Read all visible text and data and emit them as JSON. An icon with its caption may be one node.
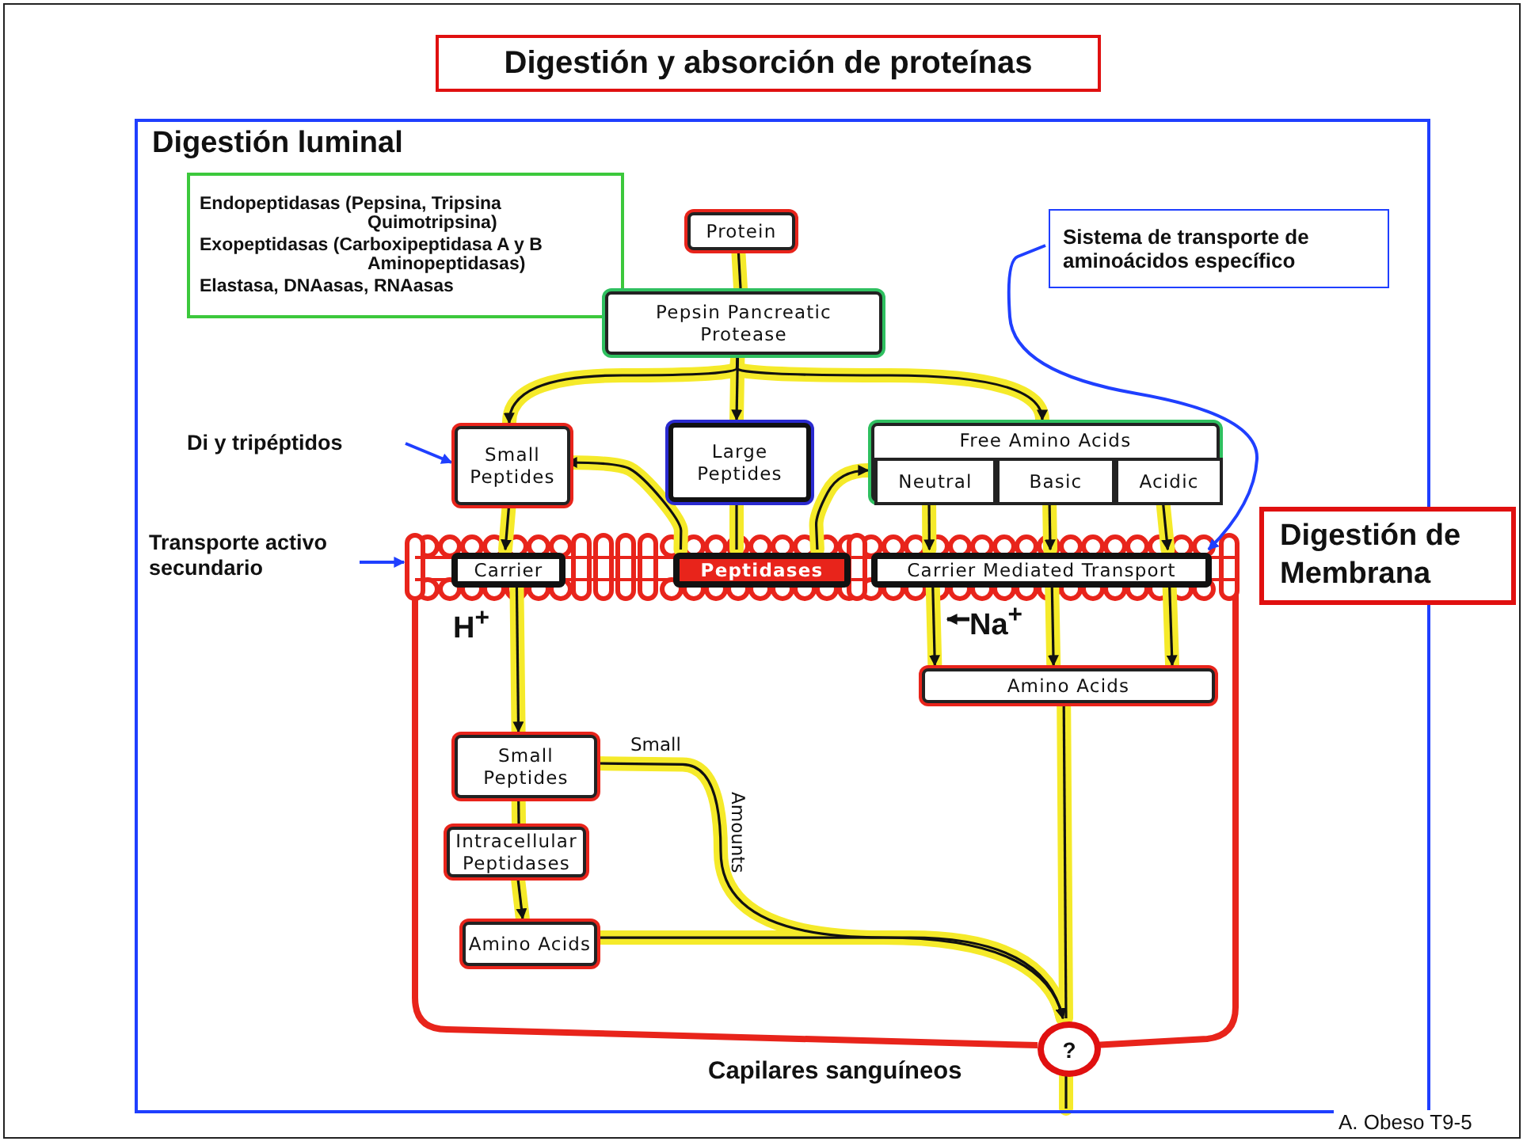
{
  "diagram": {
    "nodes": [
      {
        "text": [
          "Digestión y absorción de proteínas"
        ]
      },
      {
        "text": [
          "Digestión luminal"
        ]
      },
      {
        "text": [
          "Endopeptidasas (Pepsina, Tripsina Quimotripsina)",
          "Exopeptidasas (Carboxipeptidasa A y B Aminopeptidasas)",
          "Elastasa, DNAasas, RNAasas"
        ],
        "in": 1
      },
      {
        "text": [
          "Protein"
        ],
        "in": 1
      },
      {
        "text": [
          "Pepsin Pancreatic Protease"
        ],
        "in": 1
      },
      {
        "text": [
          "Small Peptides"
        ],
        "in": 1
      },
      {
        "text": [
          "Large Peptides"
        ],
        "in": 1
      },
      {
        "text": [
          "Free Amino Acids"
        ],
        "in": 1
      },
      {
        "text": [
          "Neutral"
        ],
        "in": 7
      },
      {
        "text": [
          "Basic"
        ],
        "in": 7
      },
      {
        "text": [
          "Acidic"
        ],
        "in": 7
      },
      {
        "text": [
          "Sistema de transporte de aminoácidos específico"
        ],
        "in": 1
      },
      {
        "text": [
          "Digestión de Membrana"
        ]
      },
      {
        "text": [
          "Carrier"
        ],
        "in": 1
      },
      {
        "text": [
          "Peptidases"
        ],
        "in": 1
      },
      {
        "text": [
          "Carrier Mediated Transport"
        ],
        "in": 1
      },
      {
        "text": [
          "Amino Acids"
        ],
        "in": 1
      },
      {
        "text": [
          "Small Peptides"
        ],
        "in": 1
      },
      {
        "text": [
          "Intracellular Peptidases"
        ],
        "in": 1
      },
      {
        "text": [
          "Amino Acids"
        ],
        "in": 1
      },
      {
        "text": [
          "?"
        ],
        "in": 1
      },
      {
        "text": [
          "Di y tripéptidos"
        ],
        "in": 1
      },
      {
        "text": [
          "Transporte activo secundario"
        ],
        "in": 1
      }
    ],
    "edges": [
      {
        "from": 3,
        "to": 4,
        "arrow": "none"
      },
      {
        "from": 4,
        "to": 5,
        "arrow": "to"
      },
      {
        "from": 4,
        "to": 6,
        "arrow": "to"
      },
      {
        "from": 4,
        "to": 7,
        "arrow": "to"
      },
      {
        "from": 14,
        "to": 5,
        "arrow": "to"
      },
      {
        "from": 14,
        "to": 7,
        "arrow": "to"
      },
      {
        "from": 6,
        "to": 14,
        "arrow": "none"
      },
      {
        "from": 5,
        "to": 13,
        "arrow": "to"
      },
      {
        "from": 8,
        "to": 15,
        "arrow": "to"
      },
      {
        "from": 9,
        "to": 15,
        "arrow": "to"
      },
      {
        "from": 10,
        "to": 15,
        "arrow": "to"
      },
      {
        "from": 15,
        "to": 16,
        "arrow": "to"
      },
      {
        "from": 15,
        "to": 16,
        "arrow": "to"
      },
      {
        "from": 15,
        "to": 16,
        "arrow": "to"
      },
      {
        "from": 13,
        "to": 17,
        "arrow": "to"
      },
      {
        "from": 17,
        "to": 18,
        "arrow": "none"
      },
      {
        "from": 18,
        "to": 19,
        "arrow": "to"
      },
      {
        "from": 17,
        "to": 20,
        "arrow": "to"
      },
      {
        "from": 19,
        "to": 20,
        "arrow": "to"
      },
      {
        "from": 16,
        "to": 20,
        "arrow": "none"
      },
      {
        "from": 21,
        "to": 5,
        "arrow": "to",
        "color": "#1f3fff"
      },
      {
        "from": 22,
        "to": null,
        "arrow": "to",
        "color": "#1f3fff"
      },
      {
        "from": 11,
        "to": 15,
        "arrow": "to",
        "color": "#1f3fff"
      },
      {
        "from": 20,
        "to": null,
        "arrow": "none"
      }
    ],
    "labels": [
      "H$^{+}$",
      "Na$^{+}$",
      "Small",
      "Amounts",
      "Capilares sanguíneos",
      "A. Obeso T9-5"
    ]
  }
}
